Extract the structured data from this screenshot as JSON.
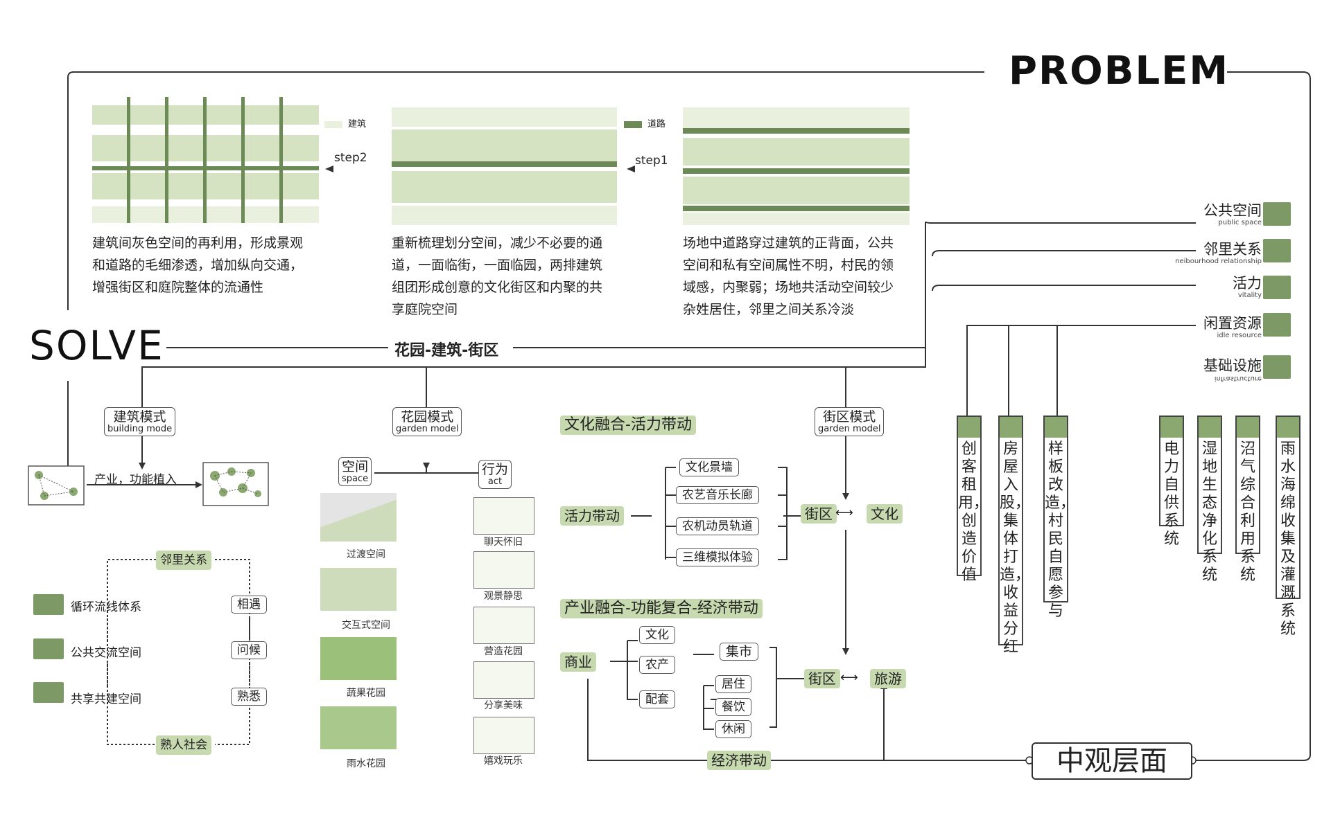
{
  "headers": {
    "problem": "PROBLEM",
    "solve": "SOLVE",
    "mid_level": "中观层面",
    "center_title": "花园-建筑-街区"
  },
  "top_diagrams": {
    "legend_building": "建筑",
    "legend_road": "道路",
    "step1": "step1",
    "step2": "step2",
    "para_left": [
      "建筑间灰色空间的再利用，形成景观",
      "和道路的毛细渗透，增加纵向交通，",
      "增强街区和庭院整体的流通性"
    ],
    "para_mid": [
      "重新梳理划分空间，减少不必要的通",
      "道，一面临街，一面临园，两排建筑",
      "组团形成创意的文化街区和内聚的共",
      "享庭院空间"
    ],
    "para_right": [
      "场地中道路穿过建筑的正背面，公共",
      "空间和私有空间属性不明，村民的领",
      "域感，内聚弱；场地共活动空间较少",
      "杂姓居住，邻里之间关系冷淡"
    ]
  },
  "right_labels": [
    {
      "zh": "公共空间",
      "en": "public space",
      "icon": "grid-icon"
    },
    {
      "zh": "邻里关系",
      "en": "neibourhood relationship",
      "icon": "people-icon"
    },
    {
      "zh": "活力",
      "en": "vitality",
      "icon": "gear-icon"
    },
    {
      "zh": "闲置资源",
      "en": "idle resource",
      "icon": "house-icon"
    },
    {
      "zh": "基础设施",
      "en": "infrastructure",
      "icon": "building-icon"
    }
  ],
  "modes": {
    "building": {
      "zh": "建筑模式",
      "en": "building mode"
    },
    "garden": {
      "zh": "花园模式",
      "en": "garden model"
    },
    "street": {
      "zh": "街区模式",
      "en": "garden model"
    }
  },
  "building_mode": {
    "arrow_label": "产业，功能植入"
  },
  "neighbour": {
    "top": "邻里关系",
    "bottom": "熟人社会",
    "left": [
      "循环流线体系",
      "公共交流空间",
      "共享共建空间"
    ],
    "right": [
      "相遇",
      "问候",
      "熟悉"
    ]
  },
  "garden_mode": {
    "space": {
      "zh": "空间",
      "en": "space"
    },
    "act": {
      "zh": "行为",
      "en": "act"
    },
    "spaces": [
      "过渡空间",
      "交互式空间",
      "蔬果花园",
      "雨水花园"
    ],
    "acts": [
      "聊天怀旧",
      "观景静思",
      "营造花园",
      "分享美味",
      "嬉戏玩乐"
    ]
  },
  "culture": {
    "title": "文化融合-活力带动",
    "source": "活力带动",
    "items": [
      "文化景墙",
      "农艺音乐长廊",
      "农机动员轨道",
      "三维模拟体验"
    ],
    "block": "街区",
    "culture": "文化"
  },
  "industry": {
    "title": "产业融合-功能复合-经济带动",
    "source": "商业",
    "mid": [
      "文化",
      "农产",
      "配套"
    ],
    "market": "集市",
    "sub": [
      "居住",
      "餐饮",
      "休闲"
    ],
    "block": "街区",
    "tour": "旅游",
    "economy": "经济带动"
  },
  "vertical_tags_a": [
    "创客租用，创造价值",
    "房屋入股，集体打造，收益分红",
    "样板改造，村民自愿参与"
  ],
  "vertical_tags_b": [
    "电力自供系统",
    "湿地生态净化系统",
    "沼气综合利用系统",
    "雨水海绵收集及灌溉系统"
  ],
  "colors": {
    "accent": "#7d9a66",
    "light": "#c7d9ae",
    "road": "#6b8a55"
  }
}
